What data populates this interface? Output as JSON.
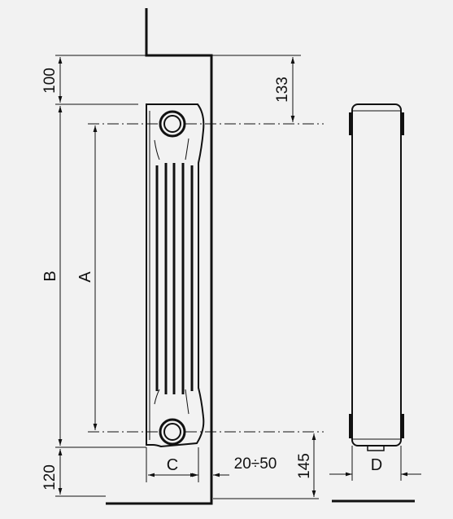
{
  "drawing": {
    "background": "#f2f2f2",
    "line_color": "#111111",
    "dimensions": {
      "top_left": "100",
      "top_right": "133",
      "overall_height": "B",
      "center_distance": "A",
      "bottom_left": "120",
      "bottom_right": "145",
      "width": "C",
      "wall_gap": "20÷50",
      "depth": "D"
    }
  }
}
